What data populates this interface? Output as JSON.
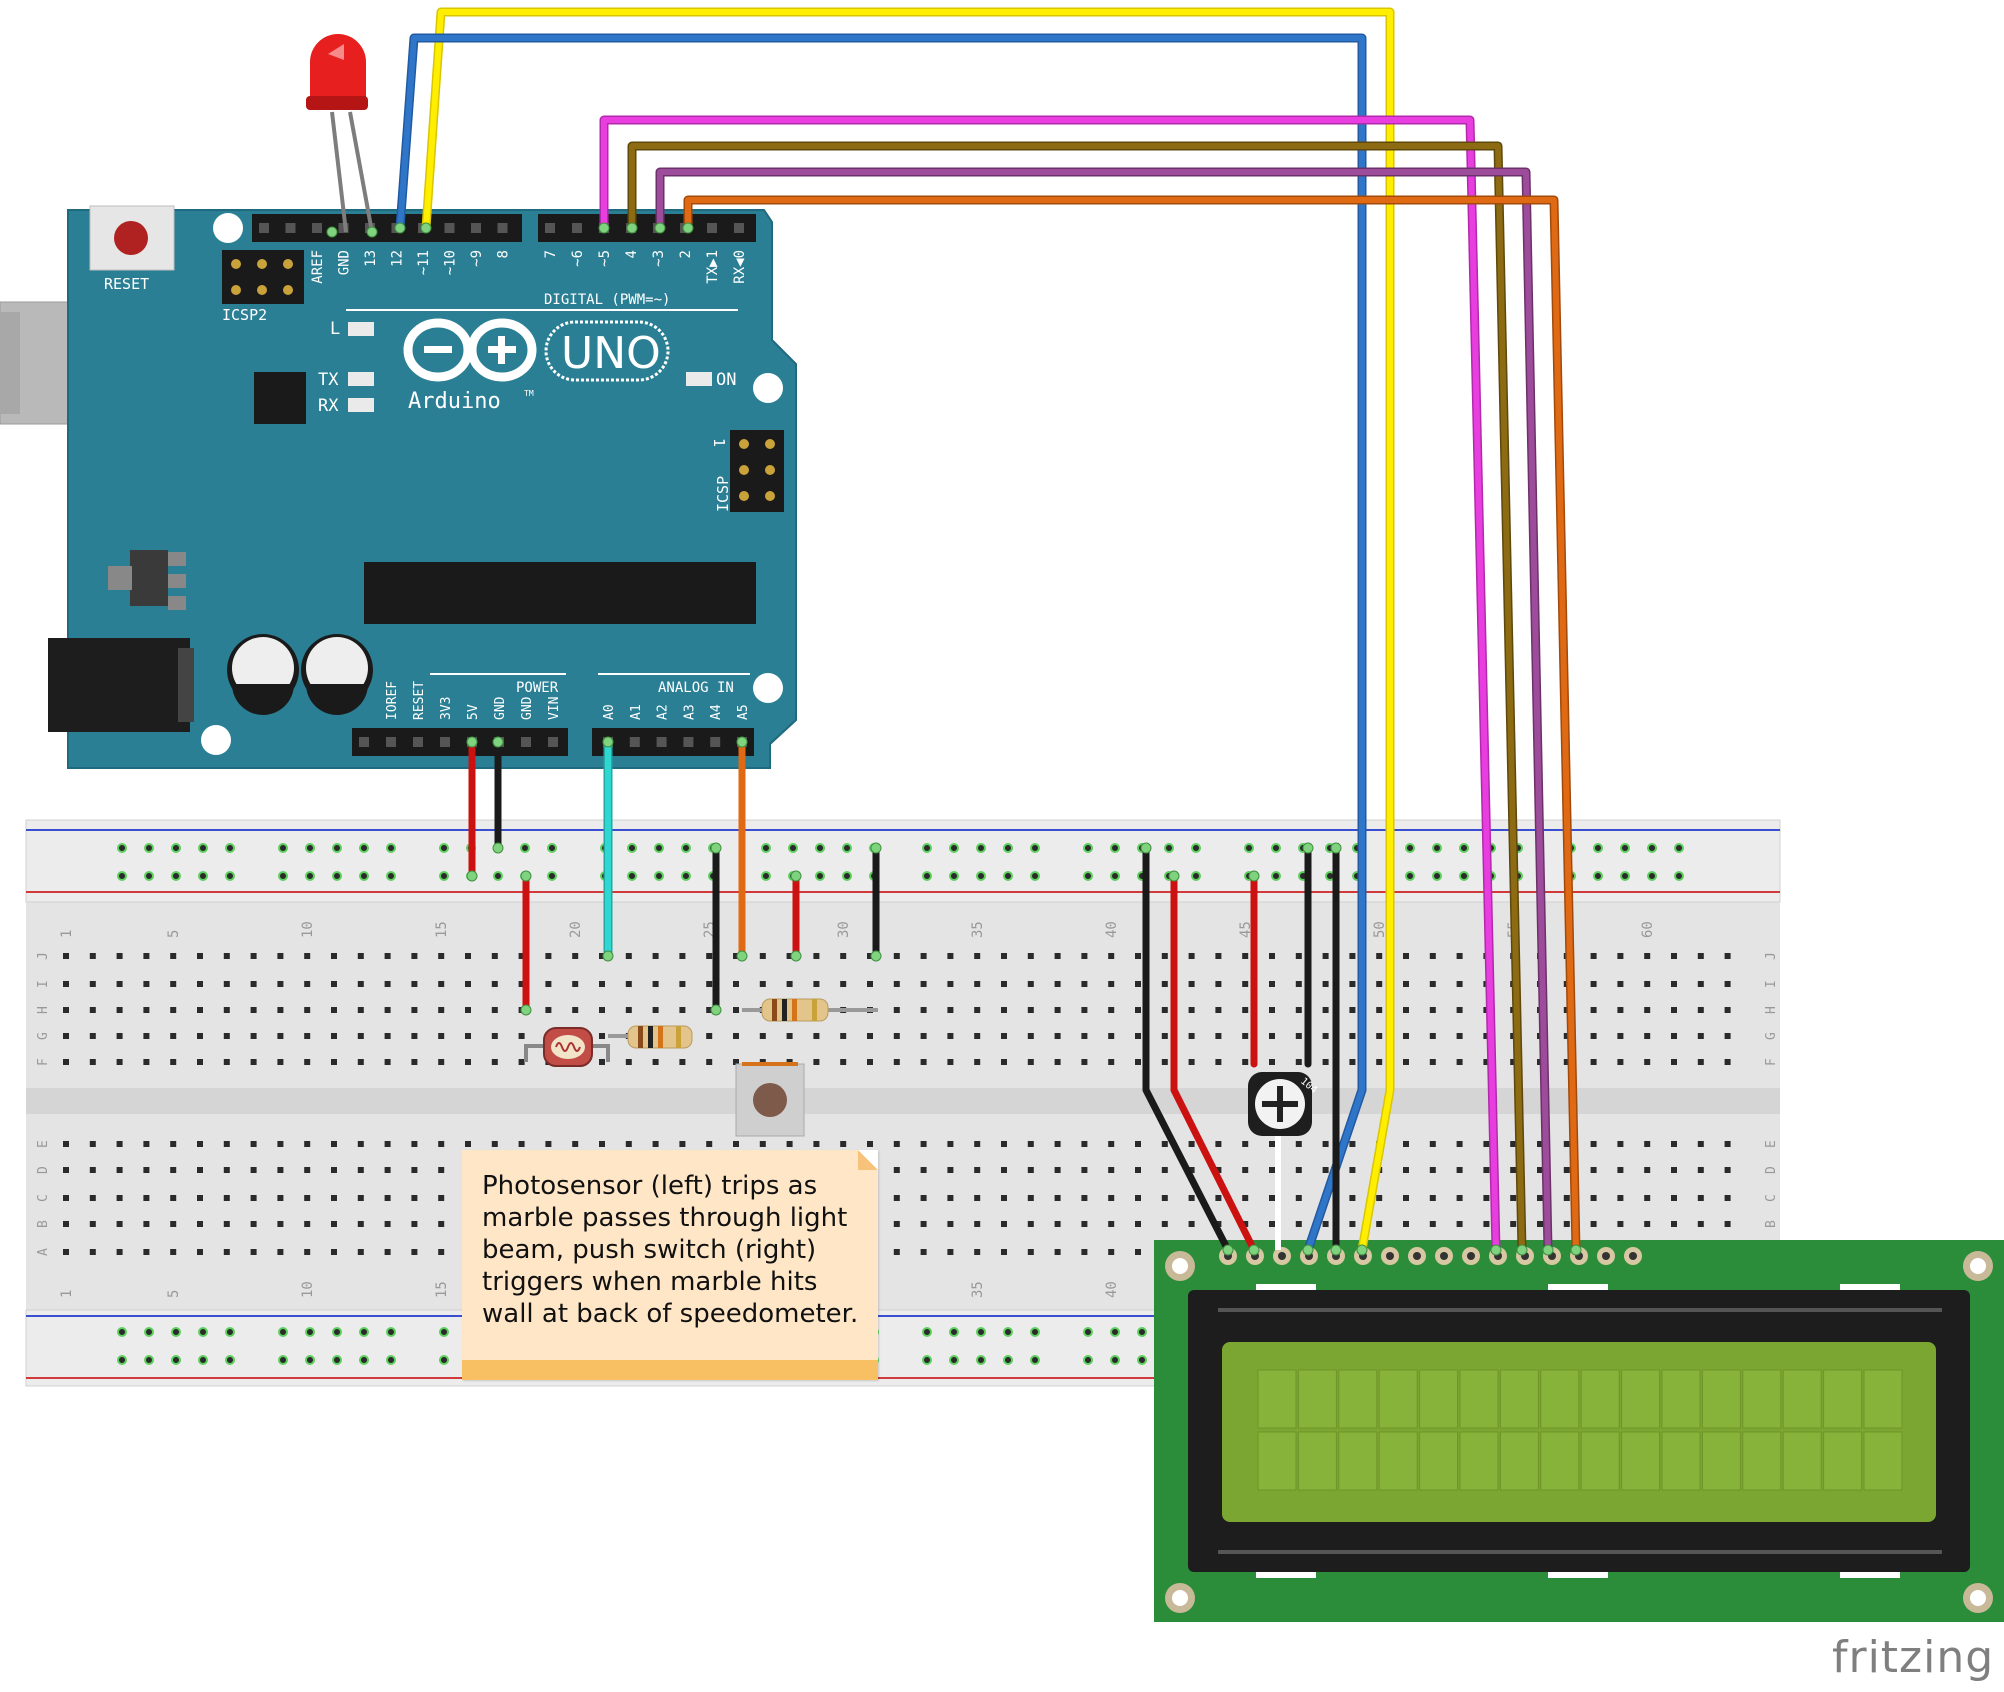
{
  "arduino": {
    "reset_label": "RESET",
    "icsp2_label": "ICSP2",
    "icsp_label": "ICSP",
    "icsp_pin1": "1",
    "digital_title": "DIGITAL (PWM=~)",
    "digital_pins": [
      "AREF",
      "GND",
      "13",
      "12",
      "~11",
      "~10",
      "~9",
      "8",
      "7",
      "~6",
      "~5",
      "4",
      "~3",
      "2",
      "TX▶1",
      "RX◀0"
    ],
    "l_label": "L",
    "tx_label": "TX",
    "rx_label": "RX",
    "on_label": "ON",
    "logo_uno": "UNO",
    "logo_name": "Arduino",
    "logo_tm": "TM",
    "power_title": "POWER",
    "power_pins": [
      "IOREF",
      "RESET",
      "3V3",
      "5V",
      "GND",
      "GND",
      "VIN"
    ],
    "analog_title": "ANALOG IN",
    "analog_pins": [
      "A0",
      "A1",
      "A2",
      "A3",
      "A4",
      "A5"
    ]
  },
  "breadboard": {
    "column_numbers": [
      "1",
      "5",
      "10",
      "15",
      "20",
      "25",
      "30",
      "35",
      "40",
      "45",
      "50",
      "55",
      "60"
    ],
    "row_letters_top": [
      "J",
      "I",
      "H",
      "G",
      "F"
    ],
    "row_letters_bottom": [
      "E",
      "D",
      "C",
      "B",
      "A"
    ]
  },
  "potentiometer": {
    "label": "104"
  },
  "note": {
    "text": "Photosensor (left) trips as marble passes through light beam, push switch (right) triggers when marble hits wall at back of speedometer."
  },
  "brand": "fritzing",
  "colors": {
    "board": "#2a7f95",
    "lcd_pcb": "#2b8d3a",
    "lcd_glass": "#7ca632",
    "wire_yellow": "#ffee00",
    "wire_blue": "#2f76c9",
    "wire_magenta": "#e83ee0",
    "wire_olive": "#8c6b12",
    "wire_purple": "#9d4c9b",
    "wire_orange": "#e06a14",
    "wire_red": "#cc1111",
    "wire_black": "#1a1a1a",
    "wire_cyan": "#2fd7d1"
  }
}
